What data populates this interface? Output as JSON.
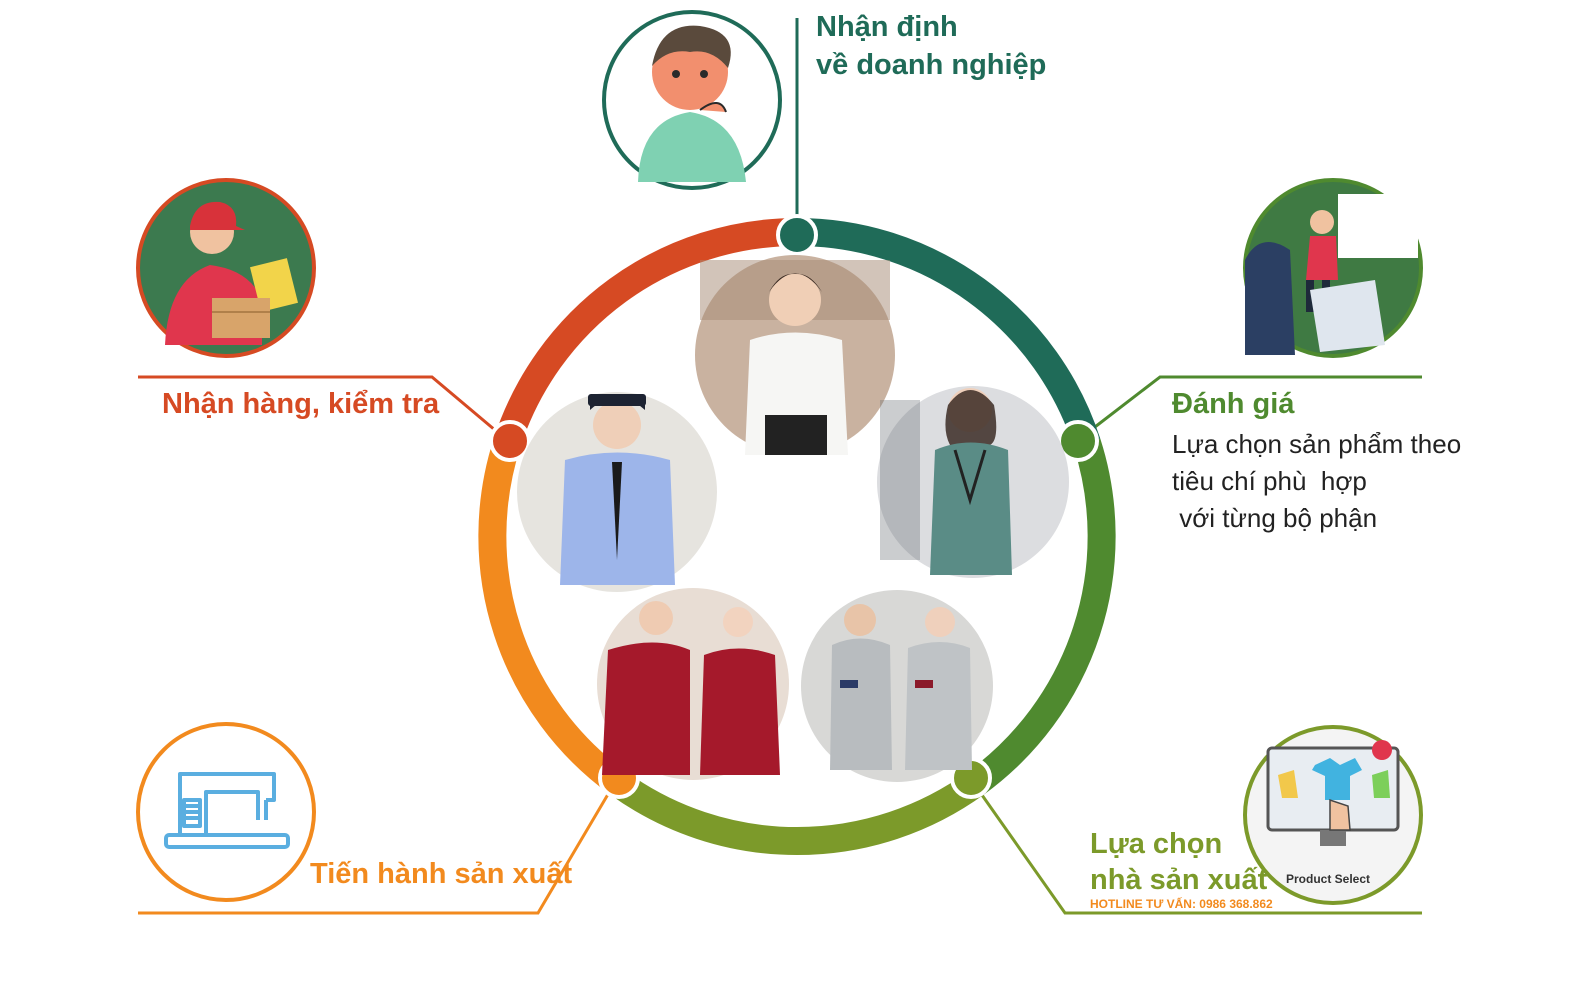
{
  "colors": {
    "teal": "#1f6b58",
    "red": "#d64a23",
    "green": "#4f8a2f",
    "orange": "#f28a1e",
    "olive": "#7c9a2a"
  },
  "steps": [
    {
      "title_lines": [
        "Nhận định",
        "về doanh nghiệp"
      ],
      "icon": "thinking-person-icon",
      "color": "#1f6b58"
    },
    {
      "title": "Đánh giá",
      "desc_lines": [
        "Lựa chọn sản phẩm theo",
        "tiêu chí phù  hợp",
        " với từng bộ phận"
      ],
      "icon": "presentation-evaluation-icon",
      "color": "#4f8a2f"
    },
    {
      "title_lines": [
        "Lựa chọn",
        "nhà sản xuất"
      ],
      "icon": "product-select-icon",
      "icon_caption": "Product Select",
      "color": "#7c9a2a"
    },
    {
      "title": "Tiến hành sản xuất",
      "icon": "sewing-machine-icon",
      "color": "#f28a1e"
    },
    {
      "title": "Nhận hàng, kiểm tra",
      "icon": "delivery-person-icon",
      "color": "#d64a23"
    }
  ],
  "photos": [
    {
      "name": "office-uniform-photo"
    },
    {
      "name": "suit-uniform-photo"
    },
    {
      "name": "worker-uniform-photo"
    },
    {
      "name": "restaurant-uniform-photo"
    },
    {
      "name": "security-uniform-photo"
    }
  ],
  "hotline": "HOTLINE TƯ VẤN: 0986 368.862"
}
